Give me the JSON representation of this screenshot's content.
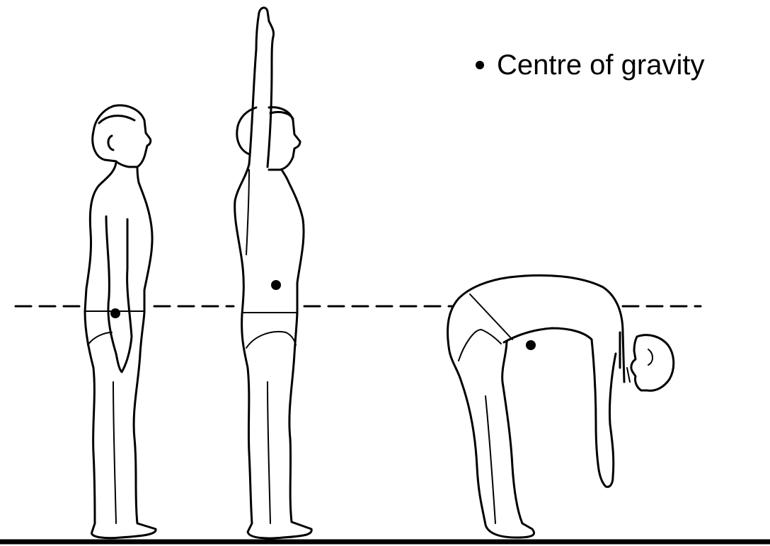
{
  "legend": {
    "label": "Centre of gravity",
    "marker_icon": "filled-circle-icon"
  },
  "figures": [
    {
      "name": "standing-arms-down",
      "shows_centre_of_gravity": true
    },
    {
      "name": "standing-arm-raised",
      "shows_centre_of_gravity": true
    },
    {
      "name": "bending-forward",
      "shows_centre_of_gravity": true
    }
  ],
  "reference_line": {
    "style": "dashed"
  },
  "colors": {
    "outline": "#000000",
    "background": "#ffffff"
  }
}
